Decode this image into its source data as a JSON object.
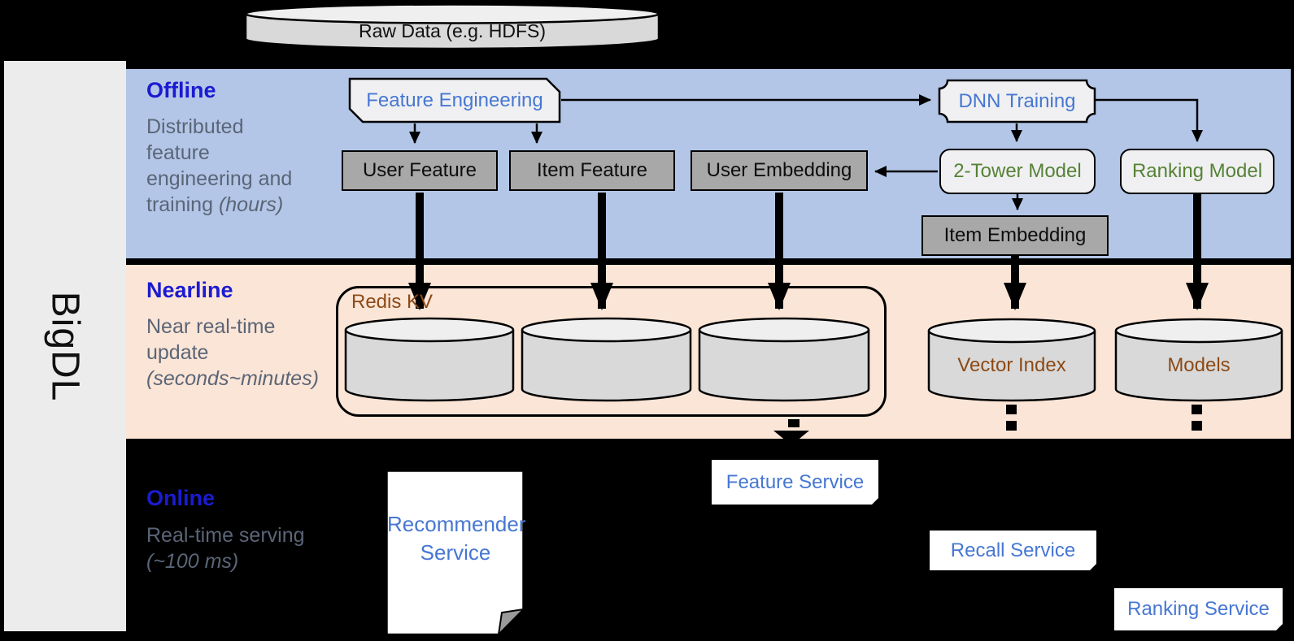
{
  "brand": {
    "label": "BigDL"
  },
  "raw_data": {
    "label": "Raw Data (e.g. HDFS)"
  },
  "bands": {
    "offline": {
      "title": "Offline",
      "description": "Distributed feature engineering and training",
      "note": "(hours)"
    },
    "nearline": {
      "title": "Nearline",
      "description": "Near real-time update",
      "note": "(seconds~minutes)"
    },
    "online": {
      "title": "Online",
      "description": "Real-time serving",
      "note": "(~100 ms)"
    }
  },
  "offline_nodes": {
    "feature_engineering": "Feature Engineering",
    "dnn_training": "DNN Training",
    "user_feature": "User Feature",
    "item_feature": "Item Feature",
    "user_embedding": "User Embedding",
    "two_tower_model": "2-Tower Model",
    "ranking_model": "Ranking Model",
    "item_embedding": "Item Embedding"
  },
  "nearline_nodes": {
    "redis_kv": "Redis KV",
    "vector_index": "Vector Index",
    "models": "Models"
  },
  "online_nodes": {
    "recommender_service": "Recommender Service",
    "feature_service": "Feature Service",
    "recall_service": "Recall Service",
    "ranking_service": "Ranking Service"
  },
  "colors": {
    "offline_band": "#b3c6e7",
    "nearline_band": "#fbe5d6",
    "online_background": "#000000",
    "band_title_blue": "#1b1bd1",
    "description_gray": "#5a6577",
    "node_text_blue": "#4677d2",
    "node_text_green": "#568235",
    "node_text_brown": "#8c4a15",
    "gray_box_fill": "#a8a8a8",
    "light_shape_fill": "#f0f0f2",
    "cylinder_fill": "#d9d9d9"
  }
}
